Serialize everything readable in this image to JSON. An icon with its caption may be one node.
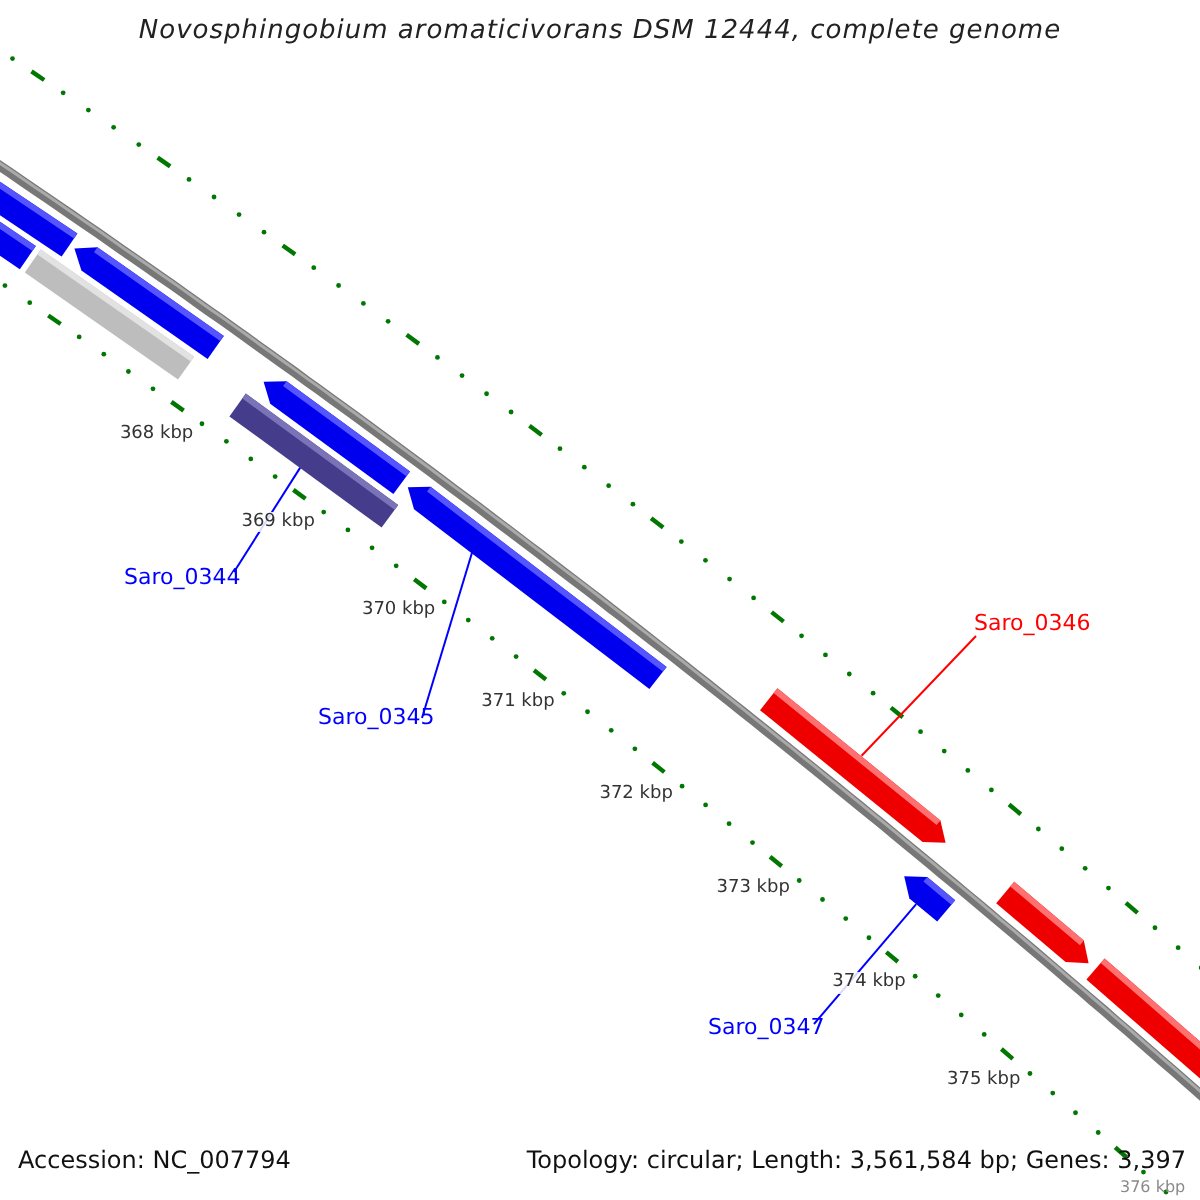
{
  "diagram": {
    "title": "Novosphingobium aromaticivorans DSM 12444, complete genome",
    "nodes": [
      {
        "text": [
          "Saro_0344"
        ]
      },
      {
        "text": [
          "Saro_0346"
        ]
      },
      {
        "text": [
          "Saro_0345"
        ]
      },
      {
        "text": [
          "Saro_0347"
        ]
      },
      {
        "text": [],
        "shape": "bar"
      },
      {
        "text": [],
        "shape": "bar"
      },
      {
        "text": [],
        "shape": "bar"
      },
      {
        "text": [],
        "shape": "bar"
      },
      {
        "text": [],
        "shape": "bar"
      },
      {
        "text": [],
        "shape": "bar"
      },
      {
        "text": [],
        "shape": "bar"
      },
      {
        "text": [],
        "shape": "bar"
      },
      {
        "text": [],
        "shape": "bar"
      },
      {
        "text": [],
        "shape": "bar"
      },
      {
        "text": [],
        "shape": "bar"
      }
    ],
    "edges": [
      {
        "from": 0,
        "to": 8,
        "arrow": "none"
      },
      {
        "from": 1,
        "to": 11,
        "arrow": "none",
        "color": "#ff0000"
      },
      {
        "from": 2,
        "to": 10,
        "arrow": "none"
      },
      {
        "from": 3,
        "to": 12,
        "arrow": "none"
      }
    ],
    "labels": [
      "368 kbp",
      "369 kbp",
      "370 kbp",
      "371 kbp",
      "372 kbp",
      "373 kbp",
      "374 kbp",
      "375 kbp",
      "Accession: NC_007794",
      "Topology: circular; Length: 3,561,584 bp; Genes: 3,397",
      "376 kbp"
    ]
  }
}
